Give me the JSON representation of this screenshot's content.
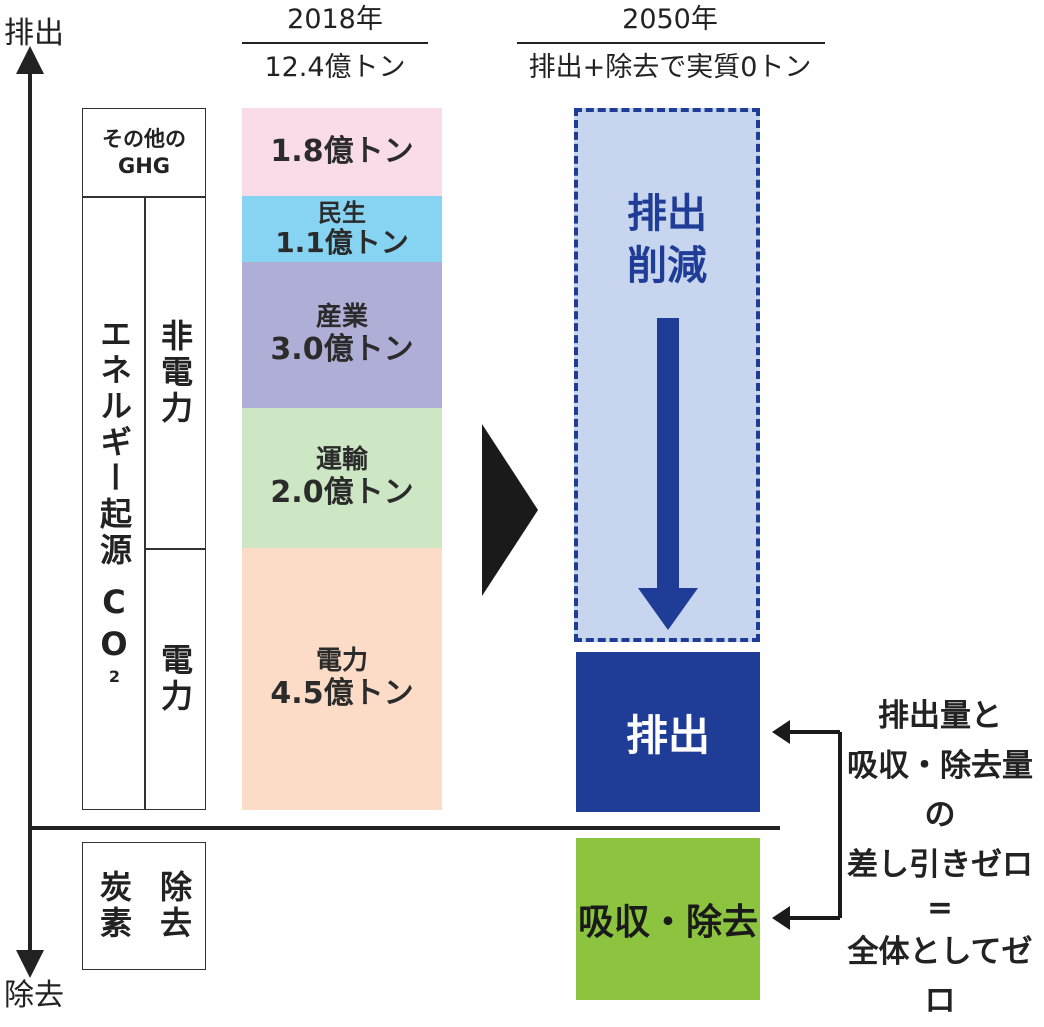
{
  "axis": {
    "top": "排出",
    "bottom": "除去"
  },
  "headers": {
    "year2018": "2018年",
    "total2018": "12.4億トン",
    "year2050": "2050年",
    "goal2050": "排出+除去で実質0トン"
  },
  "left_labels": {
    "other_ghg_line1": "その他の",
    "other_ghg_line2": "GHG",
    "energy_co2": "エネルギー起源",
    "co2": "CO",
    "co2_sub": "2",
    "non_power": "非電力",
    "power": "電力",
    "carbon_removal_a": "炭素",
    "carbon_removal_b": "除去"
  },
  "segments": [
    {
      "label": "",
      "value": "1.8億トン",
      "color": "#fadbe8"
    },
    {
      "label": "民生",
      "value": "1.1億トン",
      "color": "#86d3f2"
    },
    {
      "label": "産業",
      "value": "3.0億トン",
      "color": "#aeaed6"
    },
    {
      "label": "運輸",
      "value": "2.0億トン",
      "color": "#cde6c4"
    },
    {
      "label": "電力",
      "value": "4.5億トン",
      "color": "#fcdcc6"
    }
  ],
  "right": {
    "reduction_line1": "排出",
    "reduction_line2": "削減",
    "emission": "排出",
    "removal": "吸収・除去"
  },
  "note": {
    "line1": "排出量と",
    "line2": "吸収・除去量の",
    "line3": "差し引きゼロ",
    "line4": "=",
    "line5": "全体としてゼロ"
  },
  "colors": {
    "reduction_fill": "#c7d6ee",
    "reduction_border": "#1f3c96",
    "emission_fill": "#1f3c96",
    "removal_fill": "#8cc43f",
    "arrow": "#1f3c96"
  }
}
